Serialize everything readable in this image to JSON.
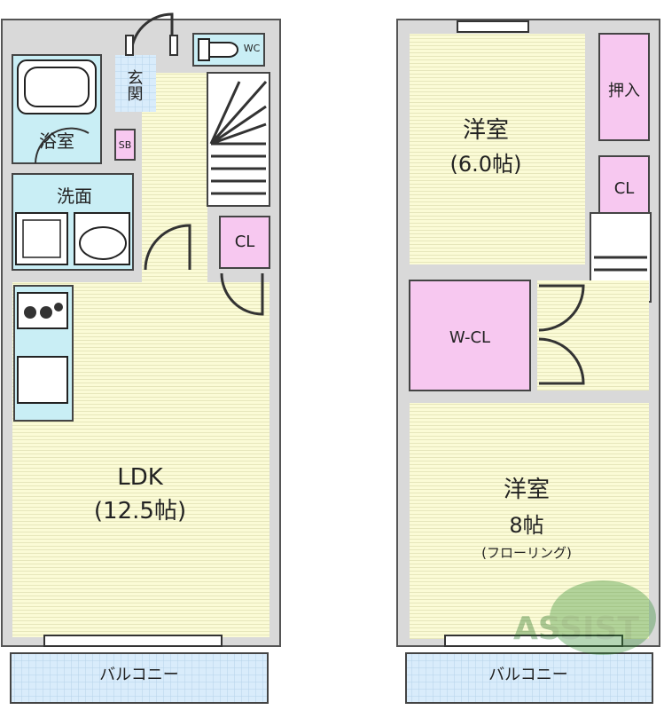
{
  "floor1": {
    "ldk": {
      "name": "LDK",
      "size": "(12.5帖)"
    },
    "bath": "浴室",
    "washroom": "洗面",
    "entrance": "玄関",
    "wc": "WC",
    "sb": "SB",
    "closet": "CL",
    "balcony": "バルコニー"
  },
  "floor2": {
    "room_upper": {
      "name": "洋室",
      "size": "(6.0帖)"
    },
    "storage": "押入",
    "closet": "CL",
    "walkin_closet": "W-CL",
    "room_lower": {
      "name": "洋室",
      "size": "8帖",
      "note": "(フローリング)"
    },
    "balcony": "バルコニー"
  },
  "watermark": {
    "text": "ASSIST"
  },
  "colors": {
    "room_fill": "#fafad2",
    "closet_fill": "#f7c8f0",
    "water_fill": "#c9eef5",
    "balcony_fill": "#ddeefa",
    "wall": "#707070",
    "watermark": "#2e8b2e"
  }
}
